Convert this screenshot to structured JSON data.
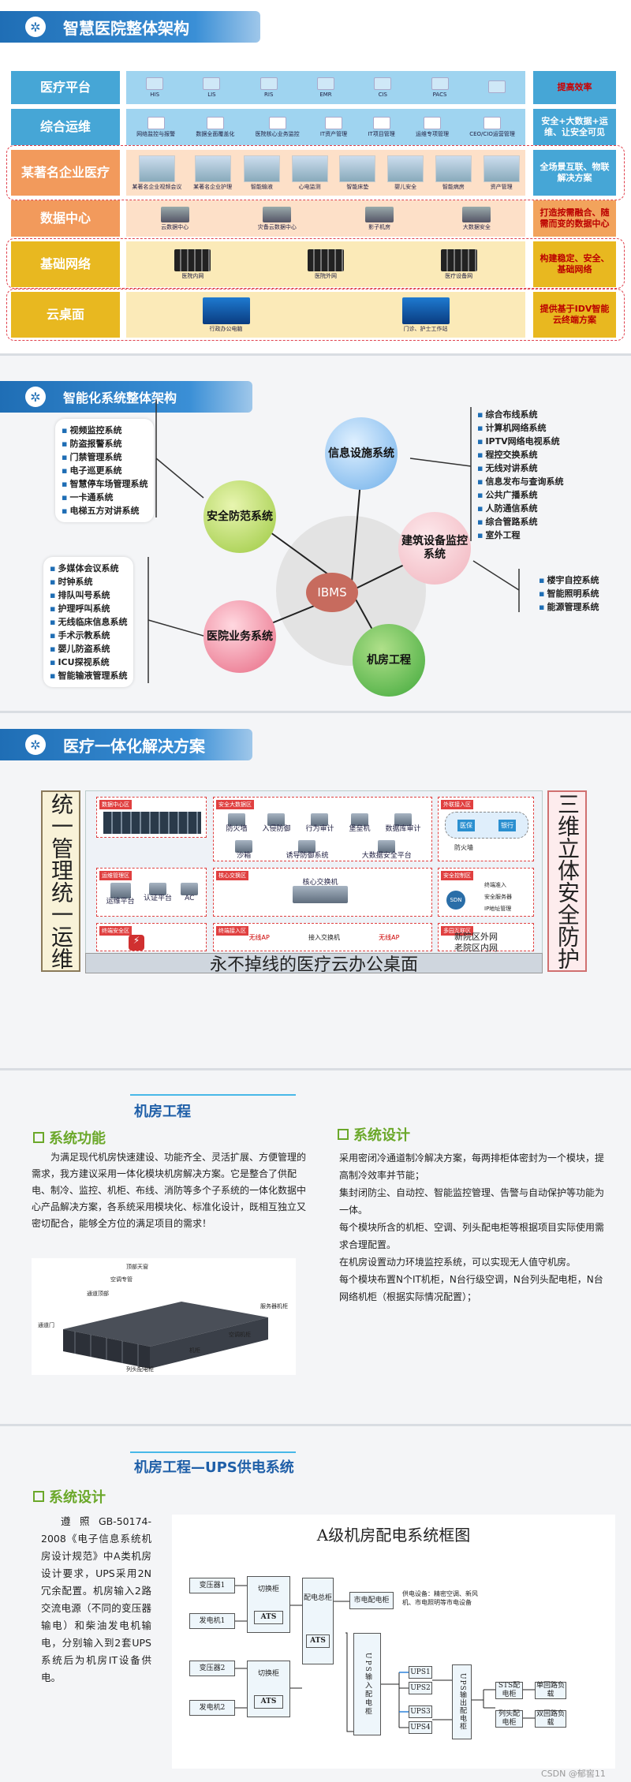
{
  "s1": {
    "title": "智慧医院整体架构",
    "rows": [
      {
        "label": "医疗平台",
        "color": "#46a6d6",
        "right": "提高效率",
        "rcolor": "#46a6d6",
        "items": [
          "HIS",
          "LIS",
          "RIS",
          "EMR",
          "CIS",
          "PACS",
          ""
        ]
      },
      {
        "label": "综合运维",
        "color": "#46a6d6",
        "right": "安全+大数据+运维、让安全可见",
        "rcolor": "#46a6d6",
        "items": [
          "网络监控与报警",
          "数据全面覆盖化",
          "医院核心业务监控",
          "IT资产管理",
          "IT项目管理",
          "运维专项管理",
          "CEO/CIO运营管理"
        ]
      },
      {
        "label": "某著名企业医疗",
        "color": "#f29a5c",
        "right": "全场景互联、物联解决方案",
        "rcolor": "#46a6d6",
        "items": [
          "某著名企业视频会议",
          "某著名企业护理",
          "智能输液",
          "心电监测",
          "智能床垫",
          "婴儿安全",
          "智能病房",
          "资产管理"
        ]
      },
      {
        "label": "数据中心",
        "color": "#f29a5c",
        "right": "打造按需融合、随需而变的数据中心",
        "rcolor": "#f2a35c",
        "items": [
          "云数据中心",
          "灾备云数据中心",
          "影子机房",
          "大数据安全"
        ]
      },
      {
        "label": "基础网络",
        "color": "#e8b820",
        "right": "构建稳定、安全、基础网络",
        "rcolor": "#e8b820",
        "items": [
          "医院内网",
          "医院外网",
          "医疗设备网"
        ]
      },
      {
        "label": "云桌面",
        "color": "#e8b820",
        "right": "提供基于IDV智能云终端方案",
        "rcolor": "#e8b820",
        "items": [
          "行政办公电脑",
          "门诊、护士工作站"
        ]
      }
    ]
  },
  "s2": {
    "title": "智能化系统整体架构",
    "center": "IBMS",
    "nodes": {
      "security": "安全防范系统",
      "info": "信息设施系统",
      "building": "建筑设备监控系统",
      "medical": "医院业务系统",
      "room": "机房工程"
    },
    "security_list": [
      "视频监控系统",
      "防盗报警系统",
      "门禁管理系统",
      "电子巡更系统",
      "智慧停车场管理系统",
      "一卡通系统",
      "电梯五方对讲系统"
    ],
    "info_list": [
      "综合布线系统",
      "计算机网络系统",
      "IPTV网络电视系统",
      "程控交换系统",
      "无线对讲系统",
      "信息发布与查询系统",
      "公共广播系统",
      "人防通信系统",
      "综合管路系统",
      "室外工程"
    ],
    "building_list": [
      "楼宇自控系统",
      "智能照明系统",
      "能源管理系统"
    ],
    "medical_list": [
      "多媒体会议系统",
      "时钟系统",
      "排队叫号系统",
      "护理呼叫系统",
      "无线临床信息系统",
      "手术示教系统",
      "婴儿防盗系统",
      "ICU探视系统",
      "智能输液管理系统"
    ]
  },
  "s3": {
    "title": "医疗一体化解决方案",
    "left": "统一管理统一运维",
    "right": "三维立体安全防护",
    "bottom": "永不掉线的医疗云办公桌面",
    "zones": {
      "dc": "数据中心区",
      "bigdata": "安全大数据区",
      "ext": "外联接入区",
      "ops": "运维管理区",
      "core": "核心交换区",
      "secctl": "安全控制区",
      "term": "终端安全区",
      "access": "终端接入区",
      "multi": "多园互联区"
    },
    "labels": {
      "fw": "防火墙",
      "ids": "入侵防御",
      "audit": "行为审计",
      "bastion": "堡垒机",
      "dbaudit": "数据库审计",
      "sandbox": "沙箱",
      "trap": "诱导防御系统",
      "bigsec": "大数据安全平台",
      "ins": "医保",
      "bank": "银行",
      "fw2": "防火墙",
      "ops1": "运维平台",
      "ops2": "认证平台",
      "ac": "AC",
      "coresw": "核心交换机",
      "sdn": "SDN",
      "ta": "终端准入",
      "sscen": "安全服务器",
      "ipm": "IP地址管理",
      "ap1": "无线AP",
      "asw": "接入交换机",
      "ap2": "无线AP",
      "newnet": "新院区外网",
      "oldnet": "老院区内网"
    }
  },
  "s4": {
    "title": "机房工程",
    "h_func": "系统功能",
    "h_design": "系统设计",
    "func_text": "为满足现代机房快速建设、功能齐全、灵活扩展、方便管理的需求，我方建议采用一体化模块机房解决方案。它是整合了供配电、制冷、监控、机柜、布线、消防等多个子系统的一体化数据中心产品解决方案，各系统采用模块化、标准化设计，既相互独立又密切配合，能够全方位的满足项目的需求！",
    "design_lines": [
      "采用密闭冷通道制冷解决方案，每两排柜体密封为一个模块，提高制冷效率并节能；",
      "集封闭防尘、自动控、智能监控管理、告警与自动保护等功能为一体。",
      "每个模块所含的机柜、空调、列头配电柜等根据项目实际使用需求合理配置。",
      "在机房设置动力环境监控系统，可以实现无人值守机房。",
      "每个模块布置N个IT机柜，N台行级空调，N台列头配电柜，N台网络机柜（根据实际情况配置）；"
    ],
    "diagram": {
      "top": "顶部天窗",
      "door": "空调专管",
      "ch": "通道顶部",
      "cool": "通道门",
      "rack": "服务器机柜",
      "ac": "空调机柜",
      "cab": "机柜",
      "pdu": "列头配电柜"
    }
  },
  "s5": {
    "title": "机房工程—UPS供电系统",
    "h_design": "系统设计",
    "text": "遵照GB-50174-2008《电子信息系统机房设计规范》中A类机房设计要求，UPS采用2N冗余配置。机房输入2路交流电源（不同的变压器输电）和柴油发电机输电，分别输入到2套UPS系统后为机房IT设备供电。",
    "diagram": {
      "title": "A级机房配电系统框图",
      "t1": "变压器1",
      "g1": "发电机1",
      "t2": "变压器2",
      "g2": "发电机2",
      "ats1": "切换柜",
      "ats": "ATS",
      "dist": "配电总柜",
      "ats3": "ATS",
      "mains": "市电配电柜",
      "note": "供电设备：精密空调、新风机、市电照明等市电设备",
      "upsin": "UPS输入配电柜",
      "ups1": "UPS1",
      "ups2": "UPS2",
      "ups3": "UPS3",
      "ups4": "UPS4",
      "upsout": "UPS输出配电柜",
      "sts": "STS配电柜",
      "pdu": "列头配电柜",
      "single": "单回路负载",
      "double": "双回路负载"
    }
  },
  "watermark": "CSDN @郁窖11"
}
